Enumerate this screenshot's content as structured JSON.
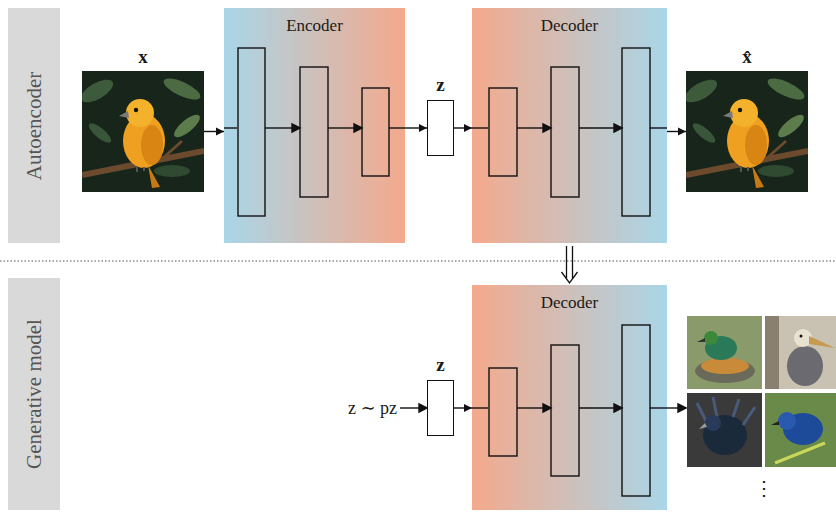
{
  "diagram": {
    "nodes": [
      {
        "text": [
          "Autoencoder"
        ]
      },
      {
        "text": [
          "x"
        ]
      },
      {
        "text": [
          "Encoder"
        ]
      },
      {
        "text": [
          "z"
        ]
      },
      {
        "text": [
          "Decoder"
        ]
      },
      {
        "text": [
          "x̂"
        ]
      },
      {
        "text": [
          "Generative model"
        ]
      },
      {
        "text": [
          "z"
        ]
      },
      {
        "text": [
          "Decoder"
        ]
      }
    ],
    "edges": [
      {
        "from": 1,
        "to": 2,
        "arrow": "to"
      },
      {
        "from": 2,
        "to": 3,
        "arrow": "to"
      },
      {
        "from": 3,
        "to": 4,
        "arrow": "to"
      },
      {
        "from": 4,
        "to": 5,
        "arrow": "to"
      },
      {
        "from": 4,
        "to": 8,
        "arrow": "to"
      },
      {
        "from": 7,
        "to": 8,
        "arrow": "to"
      }
    ],
    "labels": [
      "z ∼ pz",
      "⋮"
    ]
  }
}
